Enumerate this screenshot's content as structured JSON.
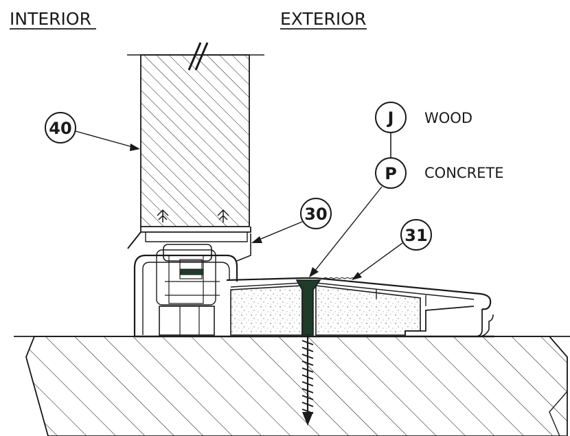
{
  "headers": {
    "interior": "INTERIOR",
    "exterior": "EXTERIOR"
  },
  "callouts": {
    "c40": "40",
    "c30": "30",
    "c31": "31"
  },
  "legend": [
    {
      "letter": "J",
      "label": "WOOD"
    },
    {
      "letter": "P",
      "label": "CONCRETE"
    }
  ],
  "colors": {
    "ink": "#1a1a1a",
    "screw": "#1f3b2a",
    "background": "#ffffff"
  }
}
